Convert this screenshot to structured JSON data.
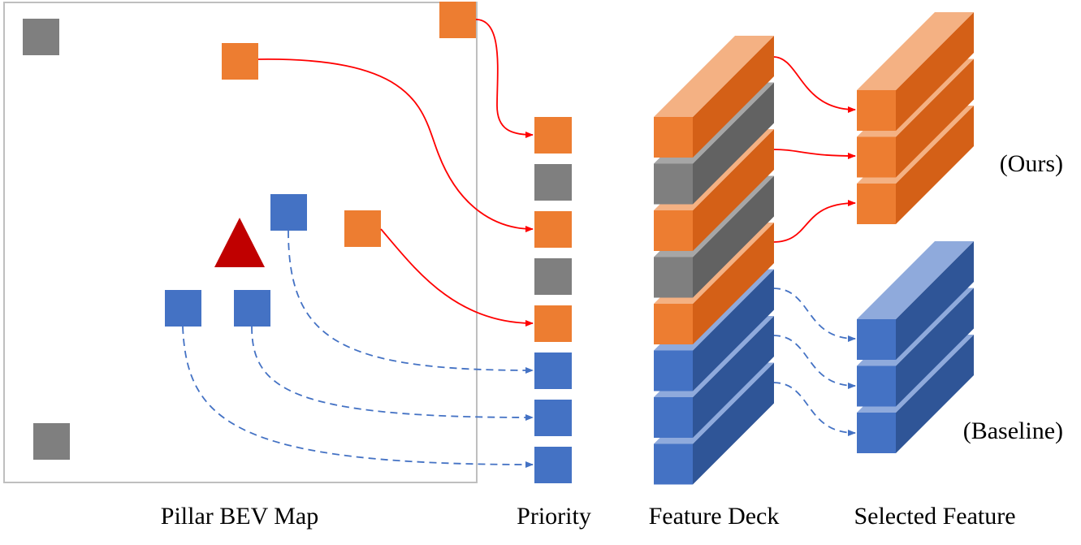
{
  "labels": {
    "bev_map": "Pillar BEV Map",
    "priority": "Priority",
    "deck": "Feature Deck",
    "selected": "Selected Feature",
    "ours": "(Ours)",
    "baseline": "(Baseline)"
  },
  "colors": {
    "orange": "#ED7D31",
    "orange_side": "#D46017",
    "orange_top": "#F4B183",
    "gray": "#7F7F7F",
    "gray_side": "#626262",
    "gray_top": "#A6A6A6",
    "blue": "#4472C4",
    "blue_side": "#2F5597",
    "blue_top": "#8FAADC",
    "red": "#C00000",
    "arrow_red": "#FF0000",
    "arrow_blue": "#4472C4",
    "frame": "#BFBFBF"
  },
  "priority_order": [
    "orange",
    "gray",
    "orange",
    "gray",
    "orange",
    "blue",
    "blue",
    "blue"
  ],
  "feature_deck": [
    "orange",
    "gray",
    "orange",
    "gray",
    "orange",
    "blue",
    "blue",
    "blue"
  ],
  "selected_ours": [
    "orange",
    "orange",
    "orange"
  ],
  "selected_baseline": [
    "blue",
    "blue",
    "blue"
  ]
}
